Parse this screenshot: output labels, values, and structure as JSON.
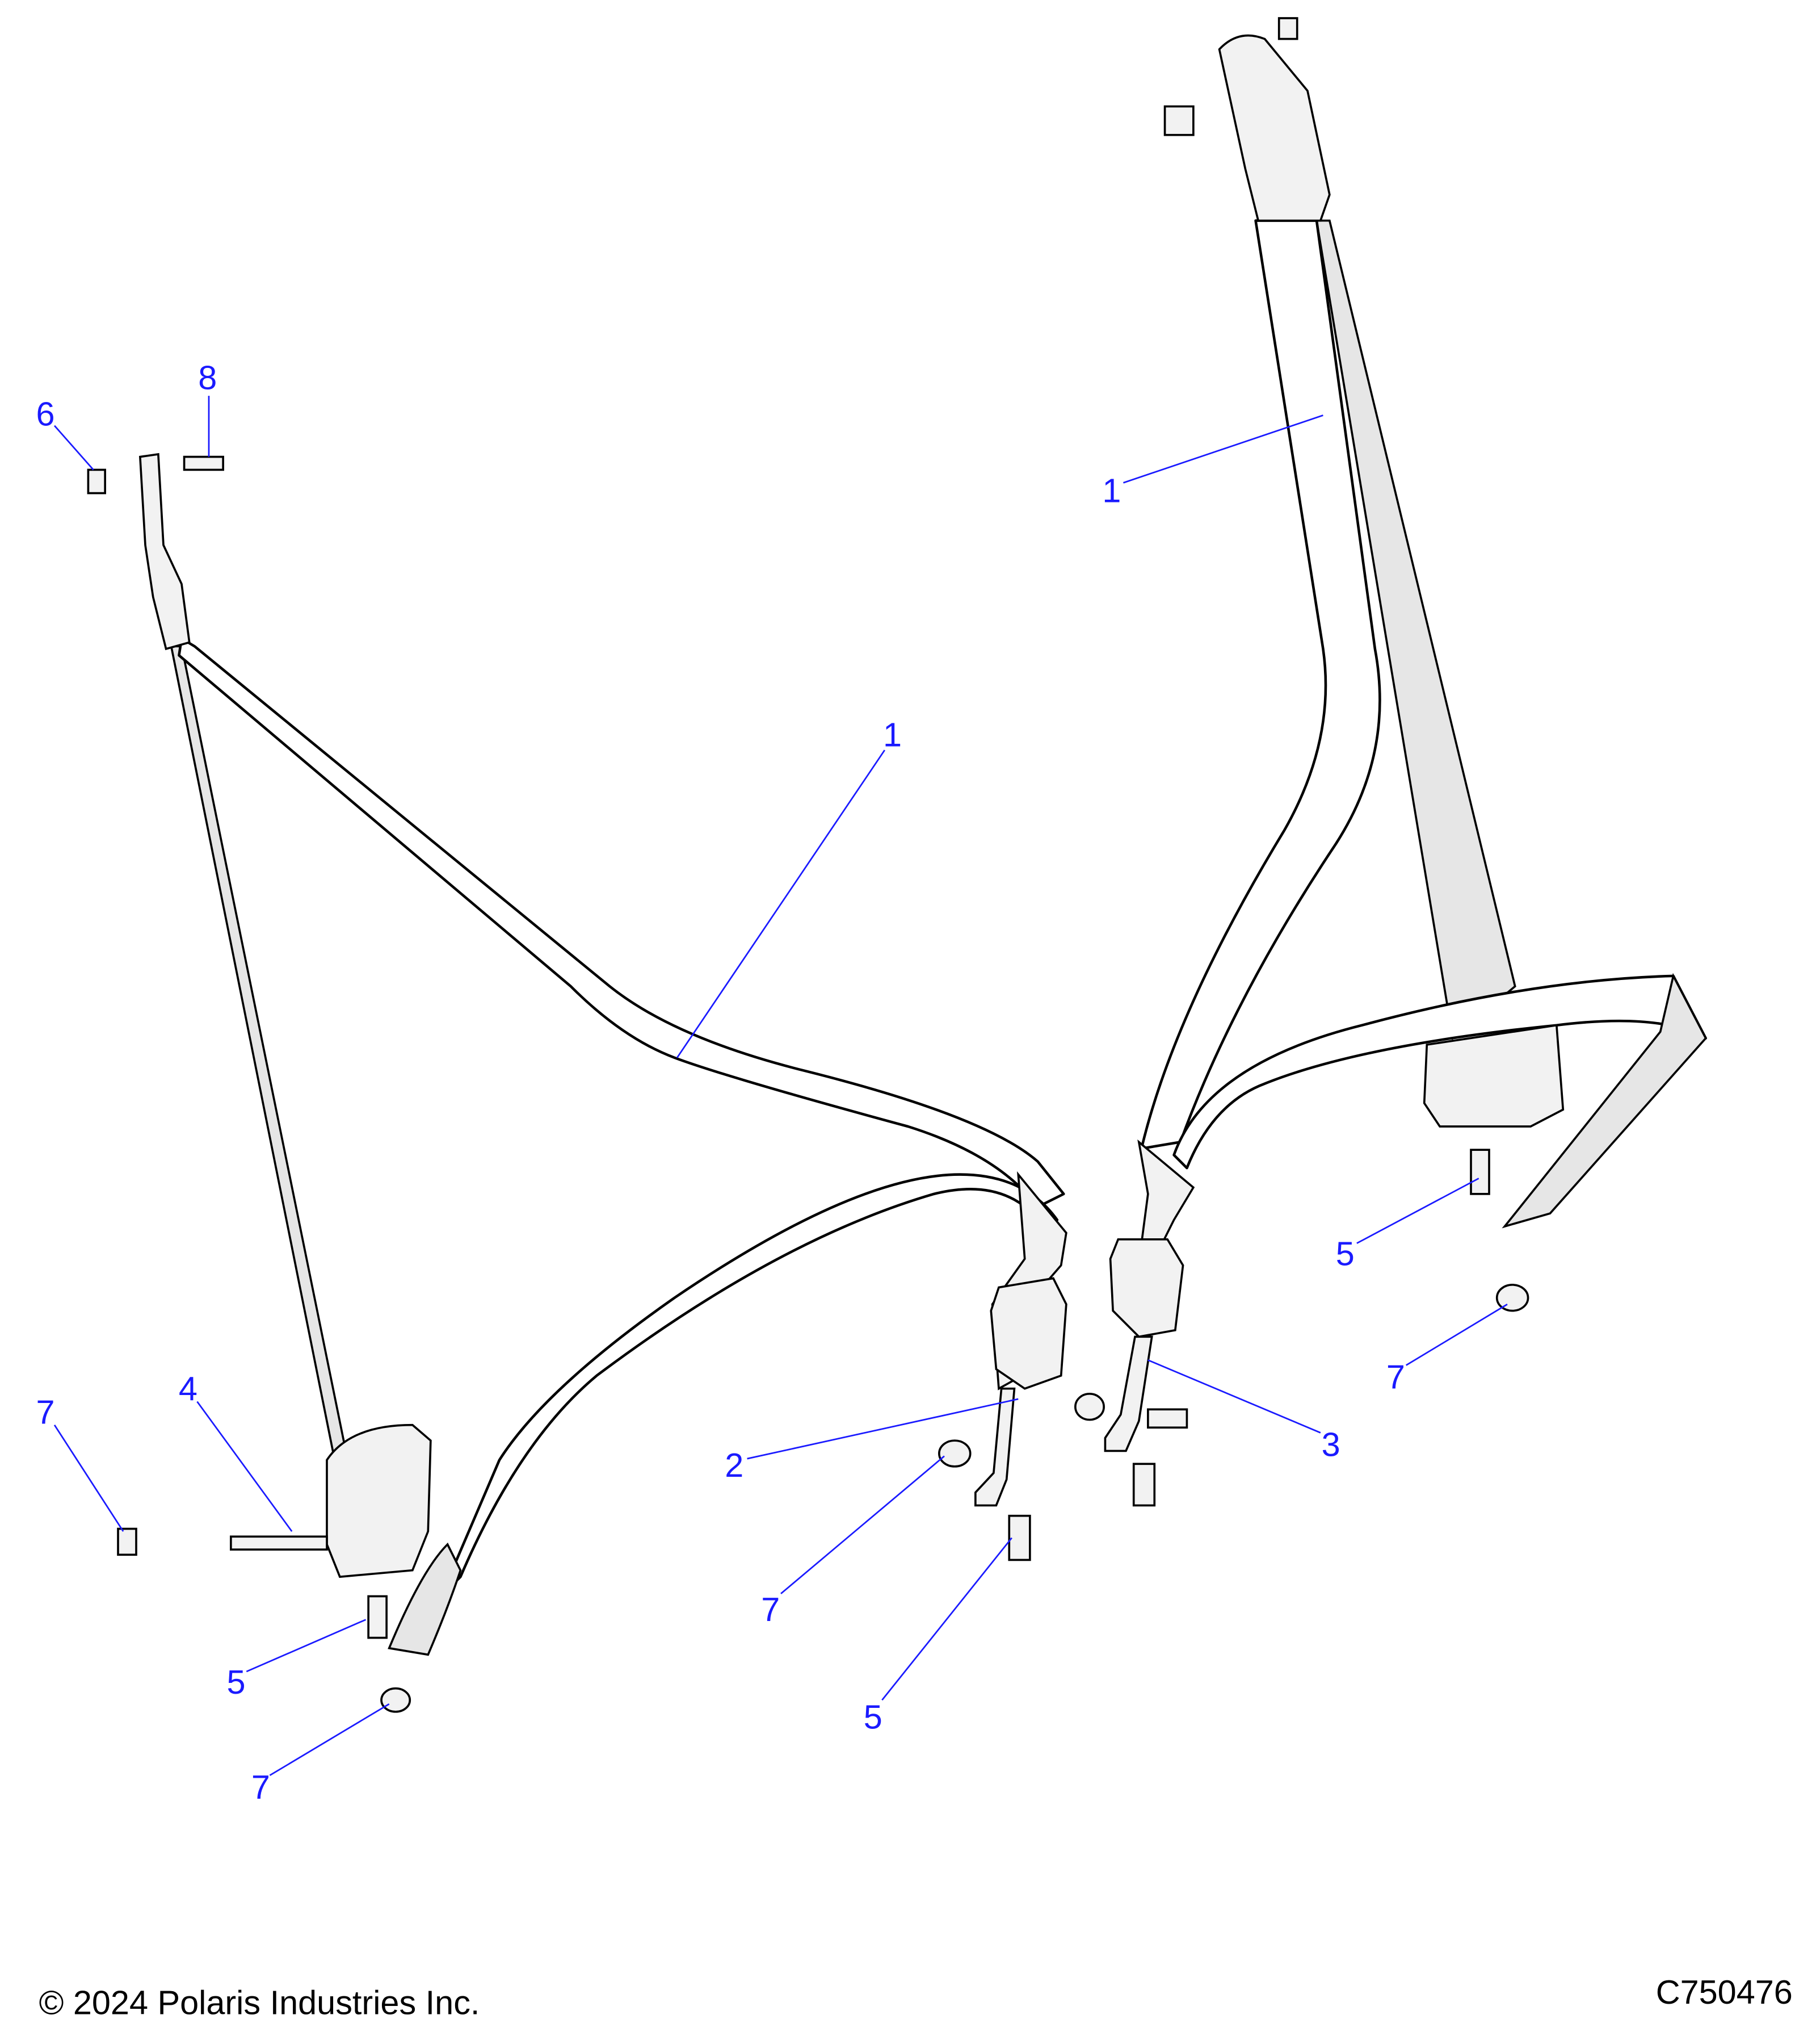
{
  "callouts": {
    "belt_left": "1",
    "belt_right": "1",
    "buckle_left": "2",
    "buckle_right": "3",
    "retractor_stud": "4",
    "bolt_left_anchor": "5",
    "bolt_center": "5",
    "bolt_right": "5",
    "nut_top_left": "6",
    "nut_far_left": "7",
    "nut_left_lower": "7",
    "nut_center": "7",
    "nut_right": "7",
    "bolt_top_left": "8"
  },
  "footer": {
    "copyright": "© 2024 Polaris Industries Inc.",
    "diagram_id": "C750476"
  },
  "colors": {
    "callout": "#1a1aff",
    "line": "#000000"
  }
}
